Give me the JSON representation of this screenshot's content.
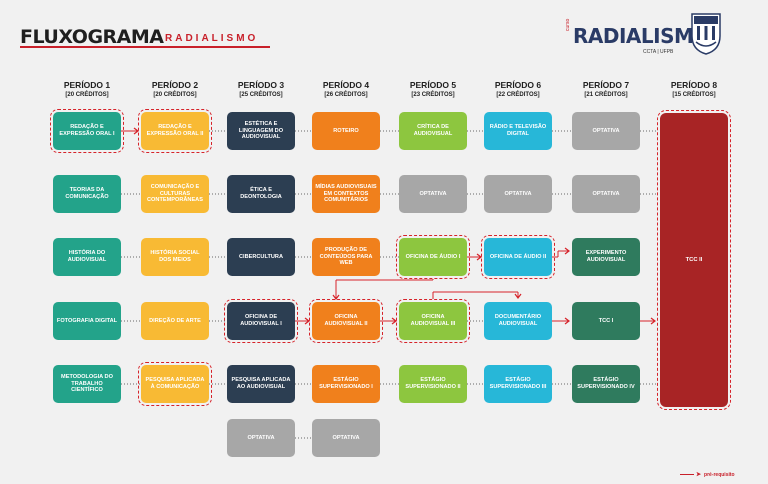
{
  "header": {
    "title": "FLUXOGRAMA",
    "subtitle": "RADIALISMO",
    "logo_curso": "curso",
    "logo_text": "RADIALISMO",
    "logo_sub": "CCTA | UFPB"
  },
  "colors": {
    "teal": "#23a38a",
    "yellow": "#f8ba34",
    "navy": "#2c3e52",
    "orange": "#f0801c",
    "green": "#8dc63f",
    "cyan": "#27b7d8",
    "darkgreen": "#2f7b5e",
    "gray": "#a7a7a7",
    "maroon": "#a82425",
    "accent_red": "#d6232a"
  },
  "periods": [
    {
      "title": "PERÍODO 1",
      "credits": "[20 CRÉDITOS]"
    },
    {
      "title": "PERÍODO 2",
      "credits": "[20 CRÉDITOS]"
    },
    {
      "title": "PERÍODO 3",
      "credits": "[25 CRÉDITOS]"
    },
    {
      "title": "PERÍODO 4",
      "credits": "[26 CRÉDITOS]"
    },
    {
      "title": "PERÍODO 5",
      "credits": "[23 CRÉDITOS]"
    },
    {
      "title": "PERÍODO 6",
      "credits": "[22 CRÉDITOS]"
    },
    {
      "title": "PERÍODO 7",
      "credits": "[21 CRÉDITOS]"
    },
    {
      "title": "PERÍODO 8",
      "credits": "[15 CRÉDITOS]"
    }
  ],
  "courses": [
    [
      "REDAÇÃO E EXPRESSÃO ORAL I",
      "TEORIAS DA COMUNICAÇÃO",
      "HISTÓRIA DO AUDIOVISUAL",
      "FOTOGRAFIA DIGITAL",
      "METODOLOGIA DO TRABALHO CIENTÍFICO"
    ],
    [
      "REDAÇÃO E EXPRESSÃO ORAL II",
      "COMUNICAÇÃO E CULTURAS CONTEMPORÂNEAS",
      "HISTÓRIA SOCIAL DOS MEIOS",
      "DIREÇÃO DE ARTE",
      "PESQUISA APLICADA À COMUNICAÇÃO"
    ],
    [
      "ESTÉTICA E LINGUAGEM DO AUDIOVISUAL",
      "ÉTICA E DEONTOLOGIA",
      "CIBERCULTURA",
      "OFICINA DE AUDIOVISUAL I",
      "PESQUISA APLICADA AO AUDIOVISUAL",
      "OPTATIVA"
    ],
    [
      "ROTEIRO",
      "MÍDIAS AUDIOVISUAIS EM CONTEXTOS COMUNITÁRIOS",
      "PRODUÇÃO DE CONTEÚDOS PARA WEB",
      "OFICINA AUDIOVISUAL II",
      "ESTÁGIO SUPERVISIONADO I",
      "OPTATIVA"
    ],
    [
      "CRÍTICA DE AUDIOVISUAL",
      "OPTATIVA",
      "OFICINA DE ÁUDIO I",
      "OFICINA AUDIOVISUAL III",
      "ESTÁGIO SUPERVISIONADO II"
    ],
    [
      "RÁDIO E TELEVISÃO DIGITAL",
      "OPTATIVA",
      "OFICINA DE ÁUDIO II",
      "DOCUMENTÁRIO AUDIOVISUAL",
      "ESTÁGIO SUPERVISIONADO III"
    ],
    [
      "OPTATIVA",
      "OPTATIVA",
      "EXPERIMENTO AUDIOVISUAL",
      "TCC I",
      "ESTÁGIO SUPERVISIONADO IV"
    ],
    [
      "TCC II"
    ]
  ],
  "legend": {
    "label": "pré-requisito"
  }
}
